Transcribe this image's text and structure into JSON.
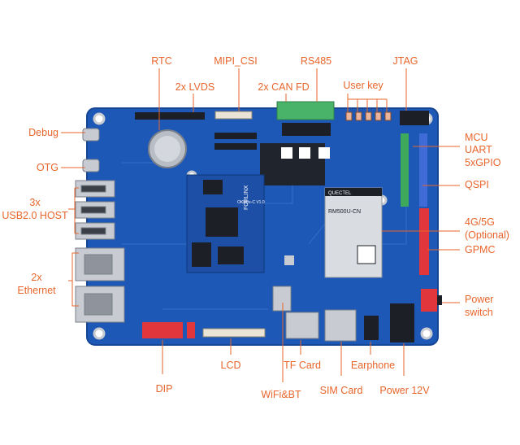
{
  "colors": {
    "accent": "#e8652b",
    "board": "#1d58b7",
    "board_edge": "#164593",
    "chip": "#1c1f26",
    "metal": "#c8ccd2"
  },
  "labels": {
    "rtc": "RTC",
    "mipi_csi": "MIPI_CSI",
    "rs485": "RS485",
    "jtag": "JTAG",
    "lvds": "2x LVDS",
    "can_fd": "2x CAN FD",
    "user_key": "User key",
    "debug": "Debug",
    "mcu": [
      "MCU",
      "UART",
      "5xGPIO"
    ],
    "otg": "OTG",
    "qspi": "QSPI",
    "usb_host": [
      "3x",
      "USB2.0 HOST"
    ],
    "lte": [
      "4G/5G",
      "(Optional)"
    ],
    "gpmc": "GPMC",
    "ethernet": [
      "2x",
      "Ethernet"
    ],
    "power_switch": [
      "Power",
      "switch"
    ],
    "lcd": "LCD",
    "tf_card": "TF Card",
    "earphone": "Earphone",
    "dip": "DIP",
    "wifi_bt": "WiFi&BT",
    "sim_card": "SIM Card",
    "power_12v": "Power 12V"
  },
  "board_text": {
    "brand": "FORLINX",
    "model": "OKEDx-C V1.0",
    "lte_brand": "QUECTEL",
    "lte_model": "RM500U-CN"
  }
}
